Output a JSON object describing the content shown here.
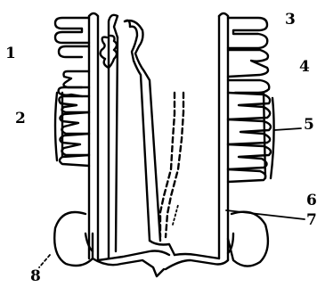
{
  "diagram": {
    "labels": [
      "1",
      "2",
      "3",
      "4",
      "5",
      "6",
      "7",
      "8"
    ],
    "line_color": "#000000",
    "background_color": "#ffffff"
  }
}
